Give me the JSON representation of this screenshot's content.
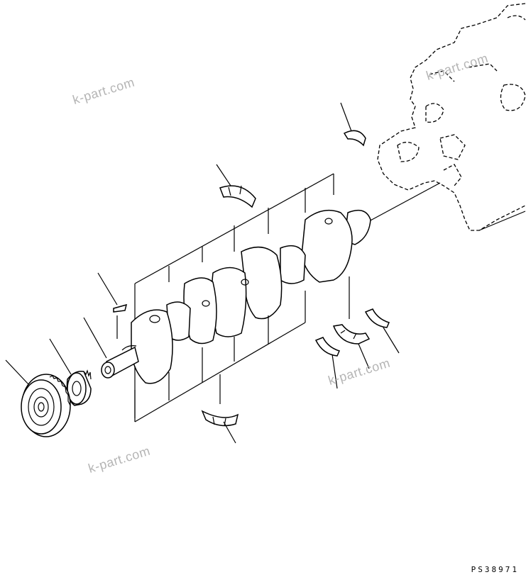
{
  "diagram": {
    "drawing_code": "PS38971",
    "watermarks": [
      "k-part.com",
      "k-part.com",
      "k-part.com",
      "k-part.com"
    ],
    "parts": [
      {
        "id": "crankshaft",
        "icon": "crankshaft-icon"
      },
      {
        "id": "gear-large",
        "icon": "gear-icon"
      },
      {
        "id": "gear-small",
        "icon": "gear-icon"
      },
      {
        "id": "key-shaft",
        "icon": "key-icon"
      },
      {
        "id": "pin",
        "icon": "pin-icon"
      },
      {
        "id": "main-bearing-upper",
        "icon": "bearing-shell-icon"
      },
      {
        "id": "main-bearing-lower",
        "icon": "bearing-shell-icon"
      },
      {
        "id": "thrust-washer-block",
        "icon": "thrust-washer-icon"
      },
      {
        "id": "thrust-washer-a",
        "icon": "thrust-washer-icon"
      },
      {
        "id": "thrust-washer-b",
        "icon": "thrust-washer-icon"
      },
      {
        "id": "thrust-washer-c",
        "icon": "thrust-washer-icon"
      },
      {
        "id": "engine-block",
        "icon": "engine-block-icon"
      }
    ]
  }
}
